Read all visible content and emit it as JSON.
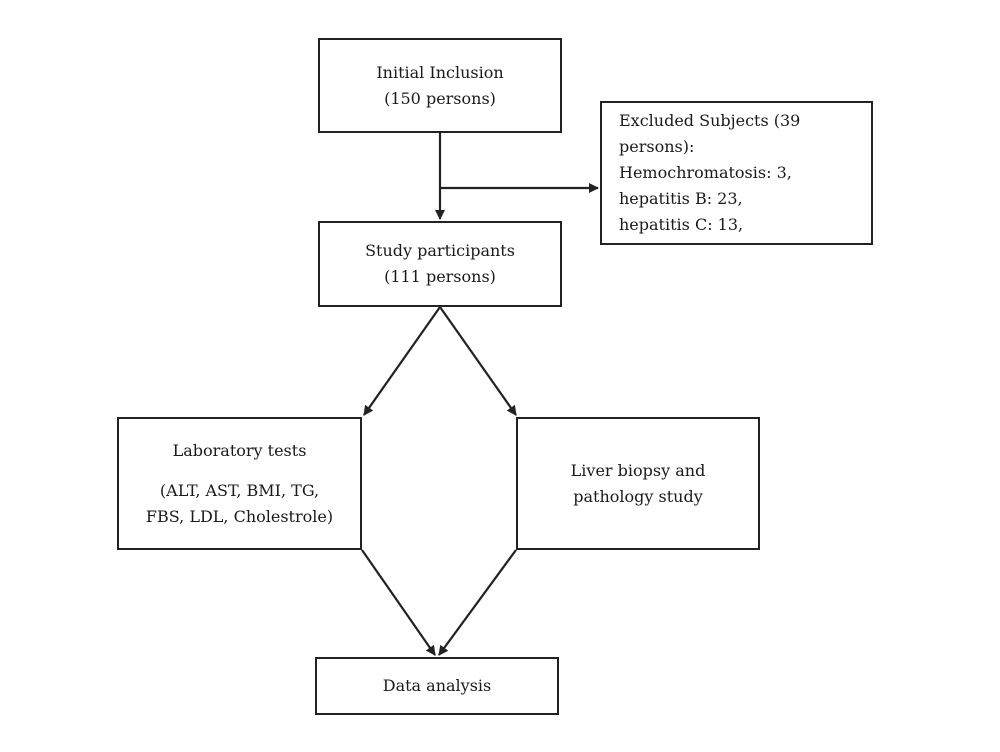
{
  "flowchart": {
    "initial_inclusion": {
      "title": "Initial Inclusion",
      "count": "(150 persons)"
    },
    "excluded_subjects": {
      "lines": [
        "Excluded Subjects (39",
        "persons):",
        "Hemochromatosis: 3,",
        "hepatitis B: 23,",
        "hepatitis C: 13,"
      ]
    },
    "study_participants": {
      "title": "Study participants",
      "count": "(111 persons)"
    },
    "laboratory_tests": {
      "title": "Laboratory tests",
      "line1": "(ALT, AST, BMI, TG,",
      "line2": "FBS, LDL, Cholestrole)"
    },
    "liver_biopsy": {
      "line1": "Liver biopsy and",
      "line2": "pathology study"
    },
    "data_analysis": {
      "title": "Data analysis"
    }
  }
}
